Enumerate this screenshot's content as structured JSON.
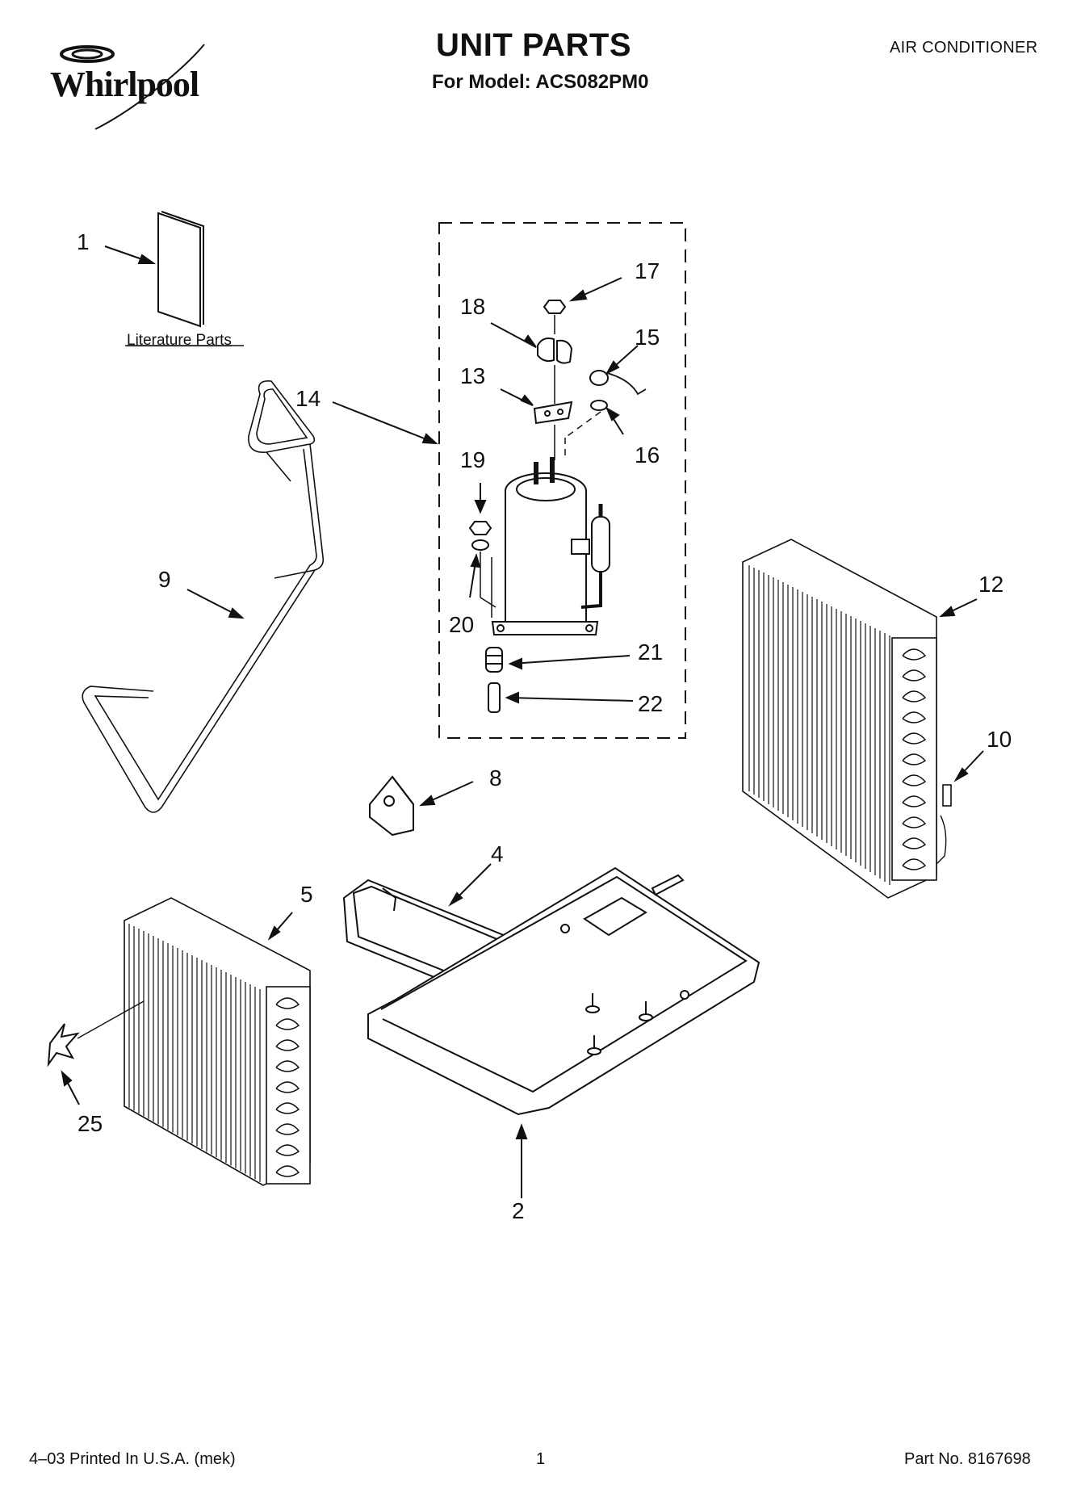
{
  "brand": {
    "logo_text": "Whirlpool"
  },
  "header": {
    "title": "UNIT PARTS",
    "subtitle": "For Model: ACS082PM0",
    "category": "AIR CONDITIONER"
  },
  "diagram": {
    "literature_label": "Literature Parts",
    "callouts": {
      "c1": "1",
      "c2": "2",
      "c4": "4",
      "c5": "5",
      "c8": "8",
      "c9": "9",
      "c10": "10",
      "c12": "12",
      "c13": "13",
      "c14": "14",
      "c15": "15",
      "c16": "16",
      "c17": "17",
      "c18": "18",
      "c19": "19",
      "c20": "20",
      "c21": "21",
      "c22": "22",
      "c25": "25"
    }
  },
  "footer": {
    "print_info": "4–03 Printed In U.S.A. (mek)",
    "page_number": "1",
    "part_number": "Part No. 8167698"
  }
}
